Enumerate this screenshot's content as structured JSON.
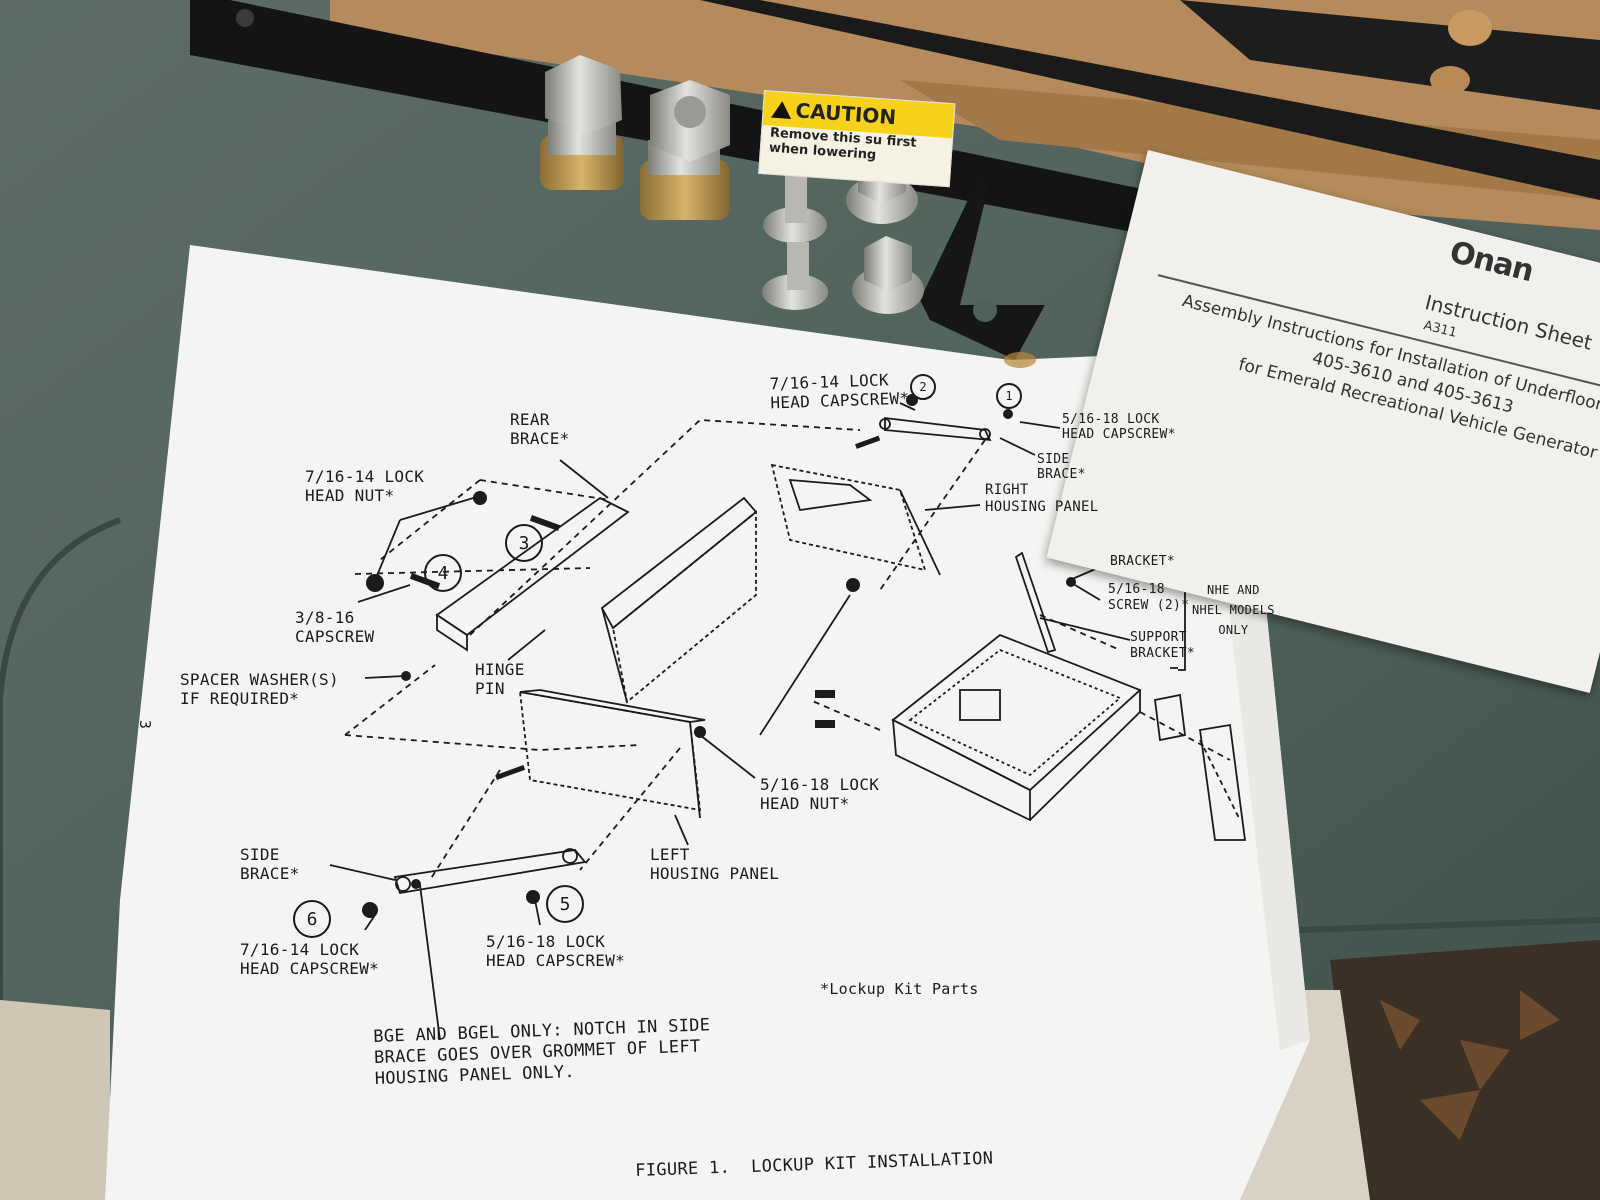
{
  "caution_label": {
    "heading": "CAUTION",
    "line1": "Remove this su",
    "line1_end": "first",
    "line2": "when lowering"
  },
  "instruction_sheet": {
    "brand": "Onan",
    "title": "Instruction Sheet",
    "part_number": "A311",
    "line1": "Assembly Instructions for Installation of Underfloor Lockup K",
    "line2": "405-3610 and 405-3613",
    "line3": "for Emerald Recreational Vehicle Generator Sets"
  },
  "diagram": {
    "labels": {
      "lock_head_capscrew_top": "7/16-14 LOCK\nHEAD CAPSCREW*",
      "lock_head_capscrew_right": "5/16-18 LOCK\nHEAD CAPSCREW*",
      "rear_brace": "REAR\nBRACE*",
      "side_brace_top": "SIDE\nBRACE*",
      "lock_head_nut_left": "7/16-14 LOCK\nHEAD NUT*",
      "right_housing_panel": "RIGHT\nHOUSING PANEL",
      "bracket": "BRACKET*",
      "screw": "5/16-18\nSCREW (2)*",
      "support_bracket": "SUPPORT\nBRACKET*",
      "nhe_models": "NHE AND\nNHEL MODELS\nONLY",
      "capscrew_38": "3/8-16\nCAPSCREW",
      "spacer_washer": "SPACER WASHER(S)\nIF REQUIRED*",
      "hinge_pin": "HINGE\nPIN",
      "lock_head_nut_mid": "5/16-18 LOCK\nHEAD NUT*",
      "side_brace_bottom": "SIDE\nBRACE*",
      "left_housing_panel": "LEFT\nHOUSING PANEL",
      "capscrew_716_bottom": "7/16-14 LOCK\nHEAD CAPSCREW*",
      "capscrew_516_bottom": "5/16-18 LOCK\nHEAD CAPSCREW*",
      "lockup_kit_parts": "*Lockup Kit Parts",
      "bge_note": "BGE AND BGEL ONLY: NOTCH IN SIDE\nBRACE GOES OVER GROMMET OF LEFT\nHOUSING PANEL ONLY.",
      "page_number": "3",
      "figure_caption": "FIGURE 1.  LOCKUP KIT INSTALLATION"
    },
    "callouts": [
      "1",
      "2",
      "3",
      "4",
      "5",
      "6"
    ]
  },
  "colors": {
    "caution_yellow": "#f7d21a",
    "cooler_green": "#4f5f58",
    "paper": "#f4f4f2",
    "ink": "#1b1b1b"
  }
}
